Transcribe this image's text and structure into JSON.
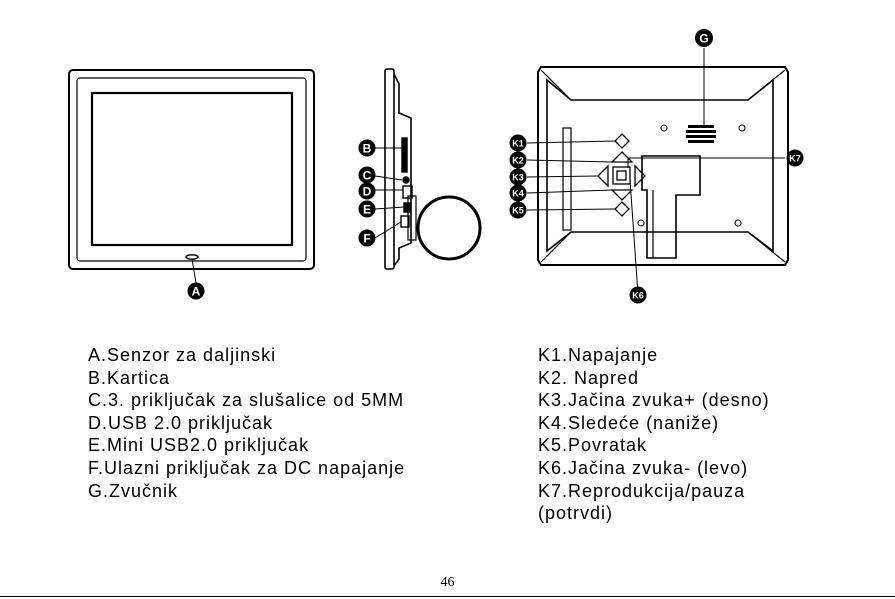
{
  "callouts": {
    "a": "A",
    "b": "B",
    "c": "C",
    "d": "D",
    "e": "E",
    "f": "F",
    "g": "G",
    "k1": "K1",
    "k2": "K2",
    "k3": "K3",
    "k4": "K4",
    "k5": "K5",
    "k6": "K6",
    "k7": "K7"
  },
  "legend_left": [
    "A.Senzor za daljinski",
    "B.Kartica",
    "C.3. priključak za slušalice od 5MM",
    "D.USB 2.0 priključak",
    "E.Mini USB2.0 priključak",
    "F.Ulazni priključak za DC napajanje",
    "G.Zvučnik"
  ],
  "legend_right": [
    "K1.Napajanje",
    "K2. Napred",
    "K3.Jačina zvuka+ (desno)",
    "K4.Sledeće (naniže)",
    "K5.Povratak",
    "K6.Jačina zvuka- (levo)",
    "K7.Reprodukcija/pauza",
    "(potrvdi)"
  ],
  "page_number": "46"
}
